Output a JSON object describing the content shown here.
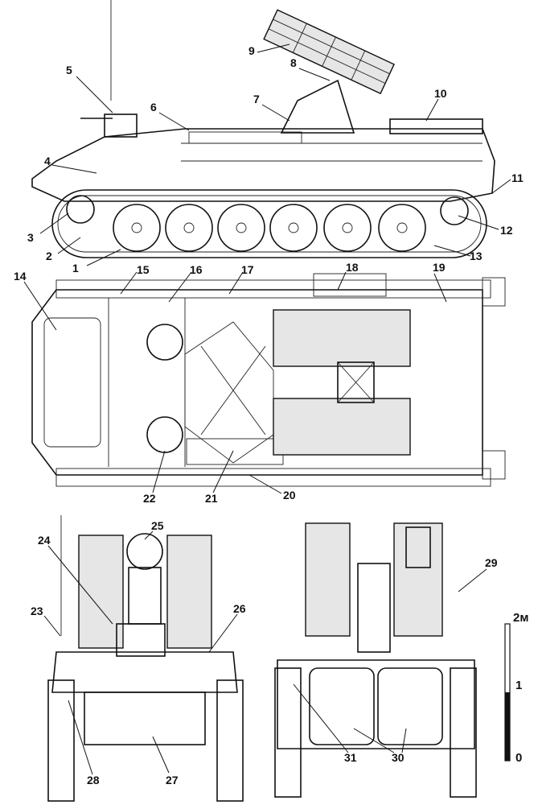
{
  "callouts": [
    "1",
    "2",
    "3",
    "4",
    "5",
    "6",
    "7",
    "8",
    "9",
    "10",
    "11",
    "12",
    "13",
    "14",
    "15",
    "16",
    "17",
    "18",
    "19",
    "20",
    "21",
    "22",
    "23",
    "24",
    "25",
    "26",
    "27",
    "28",
    "29",
    "30",
    "31"
  ],
  "scale_bar": {
    "top_label": "2м",
    "mid_label": "1",
    "bottom_label": "0"
  }
}
